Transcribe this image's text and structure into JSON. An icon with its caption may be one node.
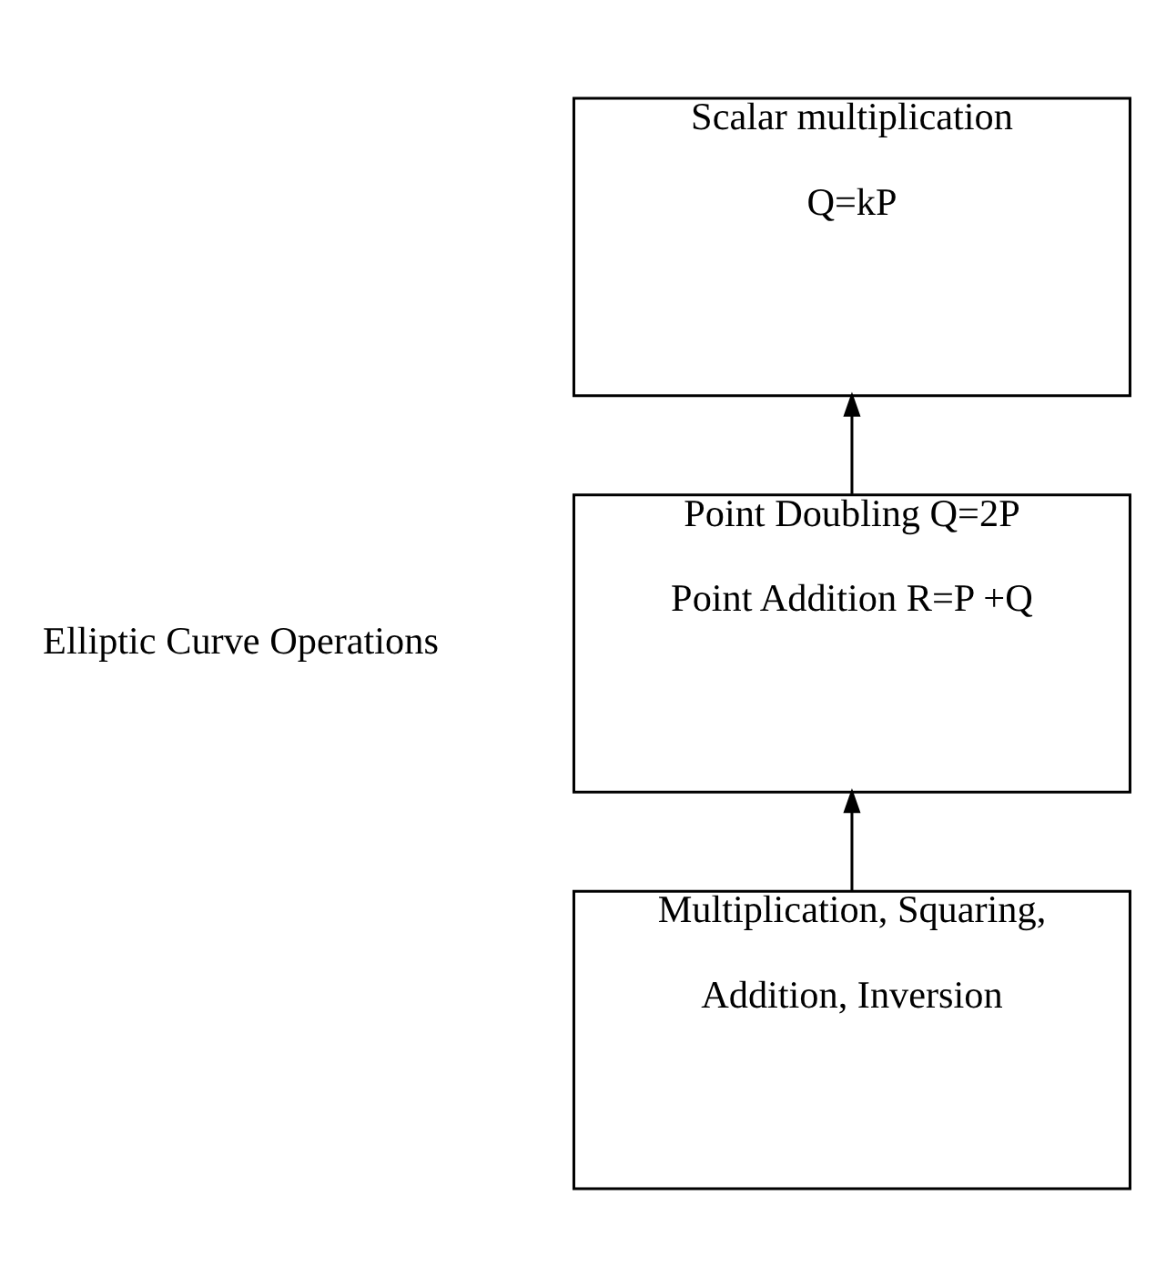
{
  "diagram": {
    "nodes": [
      {
        "text": [
          "Scalar multiplication",
          "Q=kP"
        ]
      },
      {
        "text": [
          "Point Doubling Q=2P",
          "Point Addition R=P +Q"
        ]
      },
      {
        "text": [
          "Multiplication, Squaring,",
          "Addition, Inversion"
        ]
      }
    ],
    "edges": [
      {
        "from": 1,
        "to": 0,
        "arrow": "to"
      },
      {
        "from": 2,
        "to": 1,
        "arrow": "to"
      }
    ],
    "labels": [
      "Elliptic Curve Operations"
    ]
  }
}
